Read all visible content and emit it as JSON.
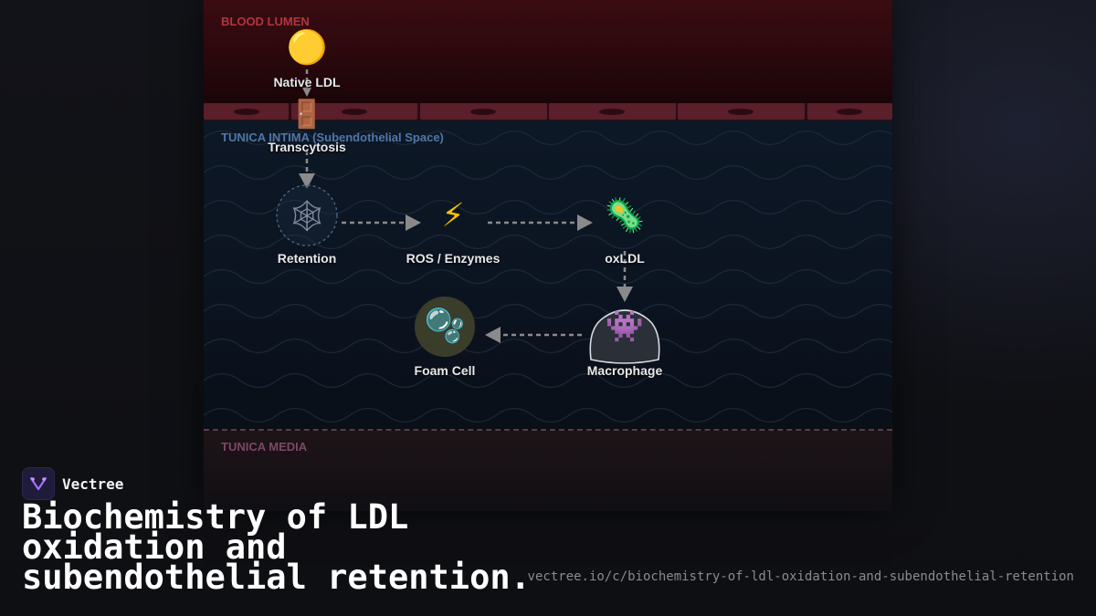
{
  "diagram": {
    "zones": {
      "lumen": "BLOOD LUMEN",
      "intima": "TUNICA INTIMA (Subendothelial Space)",
      "media": "TUNICA MEDIA"
    },
    "nodes": {
      "native_ldl": {
        "label": "Native LDL",
        "icon": "yellow-circle-icon",
        "glyph": "🟡"
      },
      "transcytosis": {
        "label": "Transcytosis",
        "icon": "door-icon",
        "glyph": "🚪"
      },
      "retention": {
        "label": "Retention",
        "icon": "spider-web-icon",
        "glyph": "🕸"
      },
      "ros": {
        "label": "ROS / Enzymes",
        "icon": "lightning-icon",
        "glyph": "⚡"
      },
      "oxldl": {
        "label": "oxLDL",
        "icon": "microbe-icon",
        "glyph": "🦠"
      },
      "macrophage": {
        "label": "Macrophage",
        "icon": "monster-icon",
        "glyph": "👾"
      },
      "foam_cell": {
        "label": "Foam Cell",
        "icon": "bubbles-icon",
        "glyph": "🫧"
      }
    },
    "colors": {
      "lumen": "#3a0c12",
      "endothelium": "#5a1f29",
      "intima": "#0d1826",
      "media": "#1e1418",
      "arrow": "#8a8a8a"
    }
  },
  "brand": {
    "name": "Vectree"
  },
  "title": "Biochemistry of LDL oxidation and subendothelial retention.",
  "url": "vectree.io/c/biochemistry-of-ldl-oxidation-and-subendothelial-retention"
}
